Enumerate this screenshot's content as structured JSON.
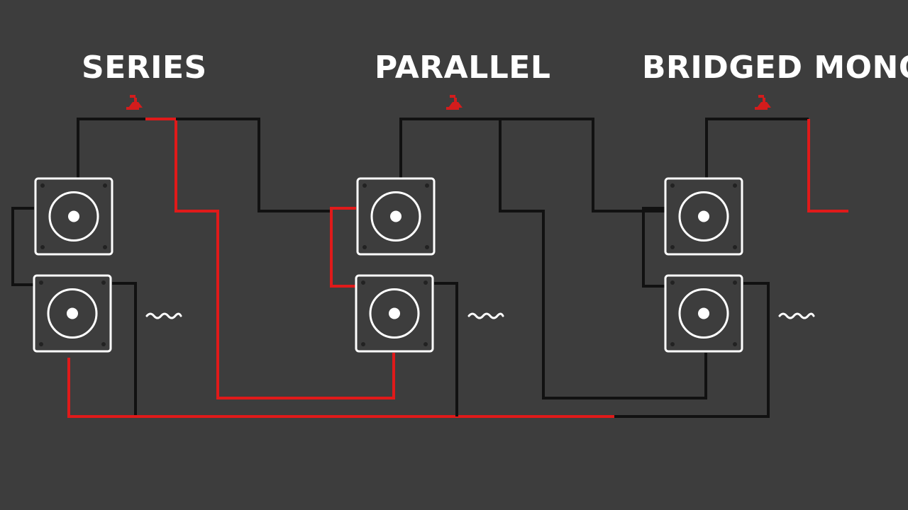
{
  "diagram": {
    "titles": {
      "series": "SERIES",
      "parallel": "PARALLEL",
      "bridged": "BRIDGED MONO"
    },
    "colors": {
      "background": "#3d3d3d",
      "positive_wire": "#e01a1a",
      "negative_wire": "#111111",
      "speaker": "#ffffff"
    },
    "icons": [
      "amp-terminal-icon",
      "speaker-icon",
      "signal-wave-icon"
    ]
  }
}
